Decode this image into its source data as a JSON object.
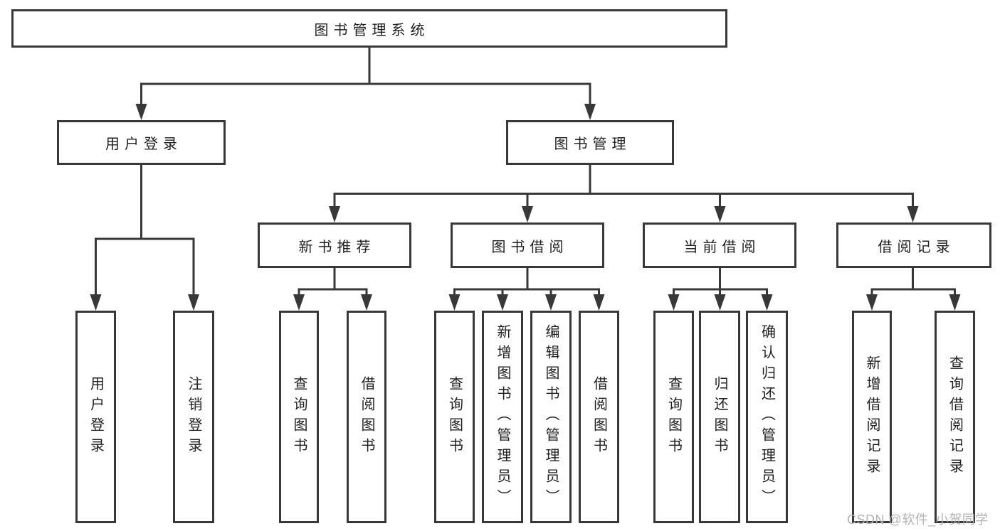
{
  "diagram": {
    "tree": {
      "label": "图书管理系统",
      "children": [
        {
          "label": "用户登录",
          "children": [
            {
              "label": "用户登录"
            },
            {
              "label": "注销登录"
            }
          ]
        },
        {
          "label": "图书管理",
          "children": [
            {
              "label": "新书推荐",
              "children": [
                {
                  "label": "查询图书"
                },
                {
                  "label": "借阅图书"
                }
              ]
            },
            {
              "label": "图书借阅",
              "children": [
                {
                  "label": "查询图书"
                },
                {
                  "label": "新增图书（管理员）"
                },
                {
                  "label": "编辑图书（管理员）"
                },
                {
                  "label": "借阅图书"
                }
              ]
            },
            {
              "label": "当前借阅",
              "children": [
                {
                  "label": "查询图书"
                },
                {
                  "label": "归还图书"
                },
                {
                  "label": "确认归还（管理员）"
                }
              ]
            },
            {
              "label": "借阅记录",
              "children": [
                {
                  "label": "新增借阅记录"
                },
                {
                  "label": "查询借阅记录"
                }
              ]
            }
          ]
        }
      ]
    },
    "watermark": {
      "text": "CSDN @软件_小贺同学"
    },
    "colors": {
      "line": "#383838",
      "box_border": "#383838",
      "box_fill": "#ffffff",
      "text": "#1f1f1f",
      "watermark": "#b3b3b3",
      "background": "#ffffff"
    }
  }
}
